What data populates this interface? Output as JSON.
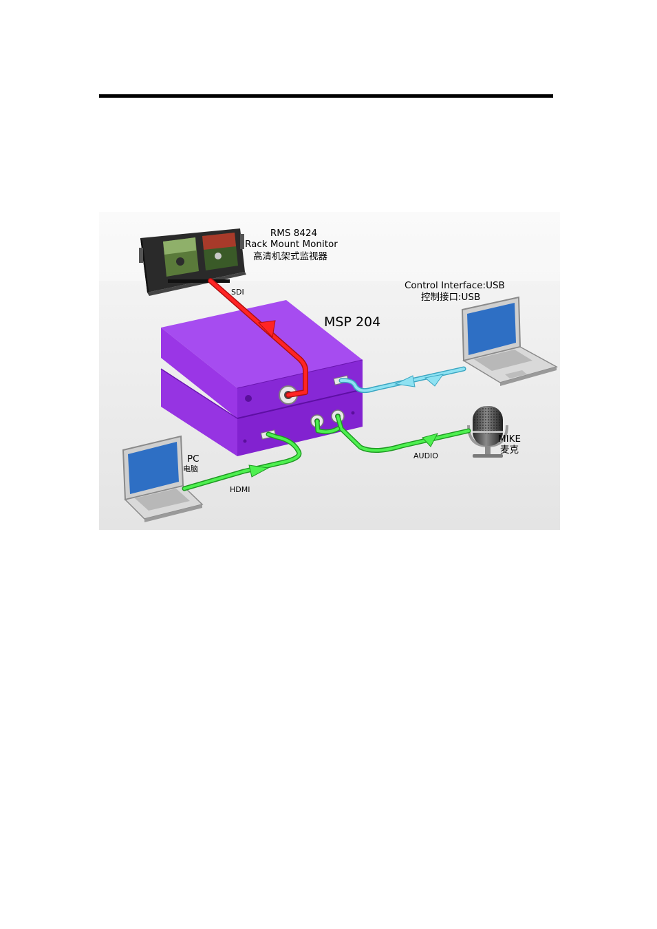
{
  "colors": {
    "device_purple": "#a43ff0",
    "device_dark": "#7d22c4",
    "sdi_red": "#ee1c1c",
    "hdmi_green": "#44e048",
    "usb_cyan": "#7fd8ec",
    "laptop_screen": "#2d6cbf"
  },
  "diagram": {
    "monitor": {
      "model": "RMS 8424",
      "name_en": "Rack Mount Monitor",
      "name_cn": "高清机架式监视器"
    },
    "device": {
      "name": "MSP 204"
    },
    "control": {
      "label_en": "Control Interface:USB",
      "label_cn": "控制接口:USB"
    },
    "pc": {
      "label_en": "PC",
      "label_cn": "电脑"
    },
    "mike": {
      "label_en": "MIKE",
      "label_cn": "麦克"
    },
    "cables": {
      "sdi": "SDI",
      "hdmi": "HDMI",
      "audio": "AUDIO"
    }
  }
}
